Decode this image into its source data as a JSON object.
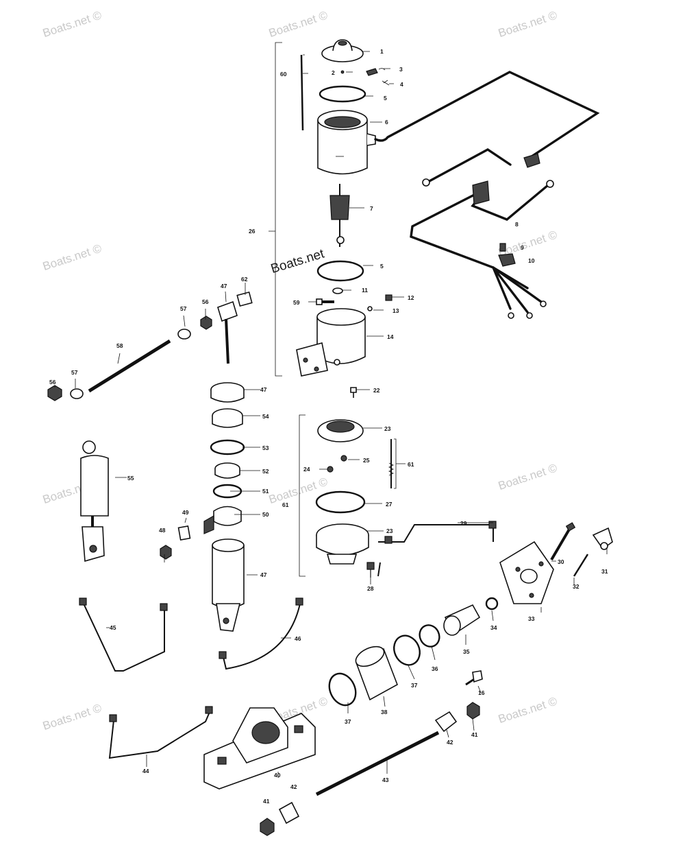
{
  "watermark": "Boats.net ©",
  "brand_mark": "Boats.net",
  "callouts": {
    "c1": "1",
    "c2": "2",
    "c3": "3",
    "c4": "4",
    "c5a": "5",
    "c5b": "5",
    "c6": "6",
    "c7": "7",
    "c8": "8",
    "c9": "9",
    "c10": "10",
    "c11": "11",
    "c12": "12",
    "c13": "13",
    "c14": "14",
    "c16": "16",
    "c22": "22",
    "c23a": "23",
    "c23b": "23",
    "c24": "24",
    "c25": "25",
    "c26": "26",
    "c27": "27",
    "c28": "28",
    "c29": "29",
    "c30": "30",
    "c31": "31",
    "c32": "32",
    "c33": "33",
    "c34": "34",
    "c35": "35",
    "c36": "36",
    "c37a": "37",
    "c37b": "37",
    "c38": "38",
    "c40": "40",
    "c41a": "41",
    "c41b": "41",
    "c42a": "42",
    "c42b": "42",
    "c43": "43",
    "c44": "44",
    "c45": "45",
    "c46": "46",
    "c47a": "47",
    "c47b": "47",
    "c47c": "47",
    "c48": "48",
    "c49": "49",
    "c50": "50",
    "c51": "51",
    "c52": "52",
    "c53": "53",
    "c54": "54",
    "c55": "55",
    "c56a": "56",
    "c56b": "56",
    "c57a": "57",
    "c57b": "57",
    "c58": "58",
    "c59": "59",
    "c60": "60",
    "c61a": "61",
    "c61b": "61",
    "c62": "62"
  }
}
